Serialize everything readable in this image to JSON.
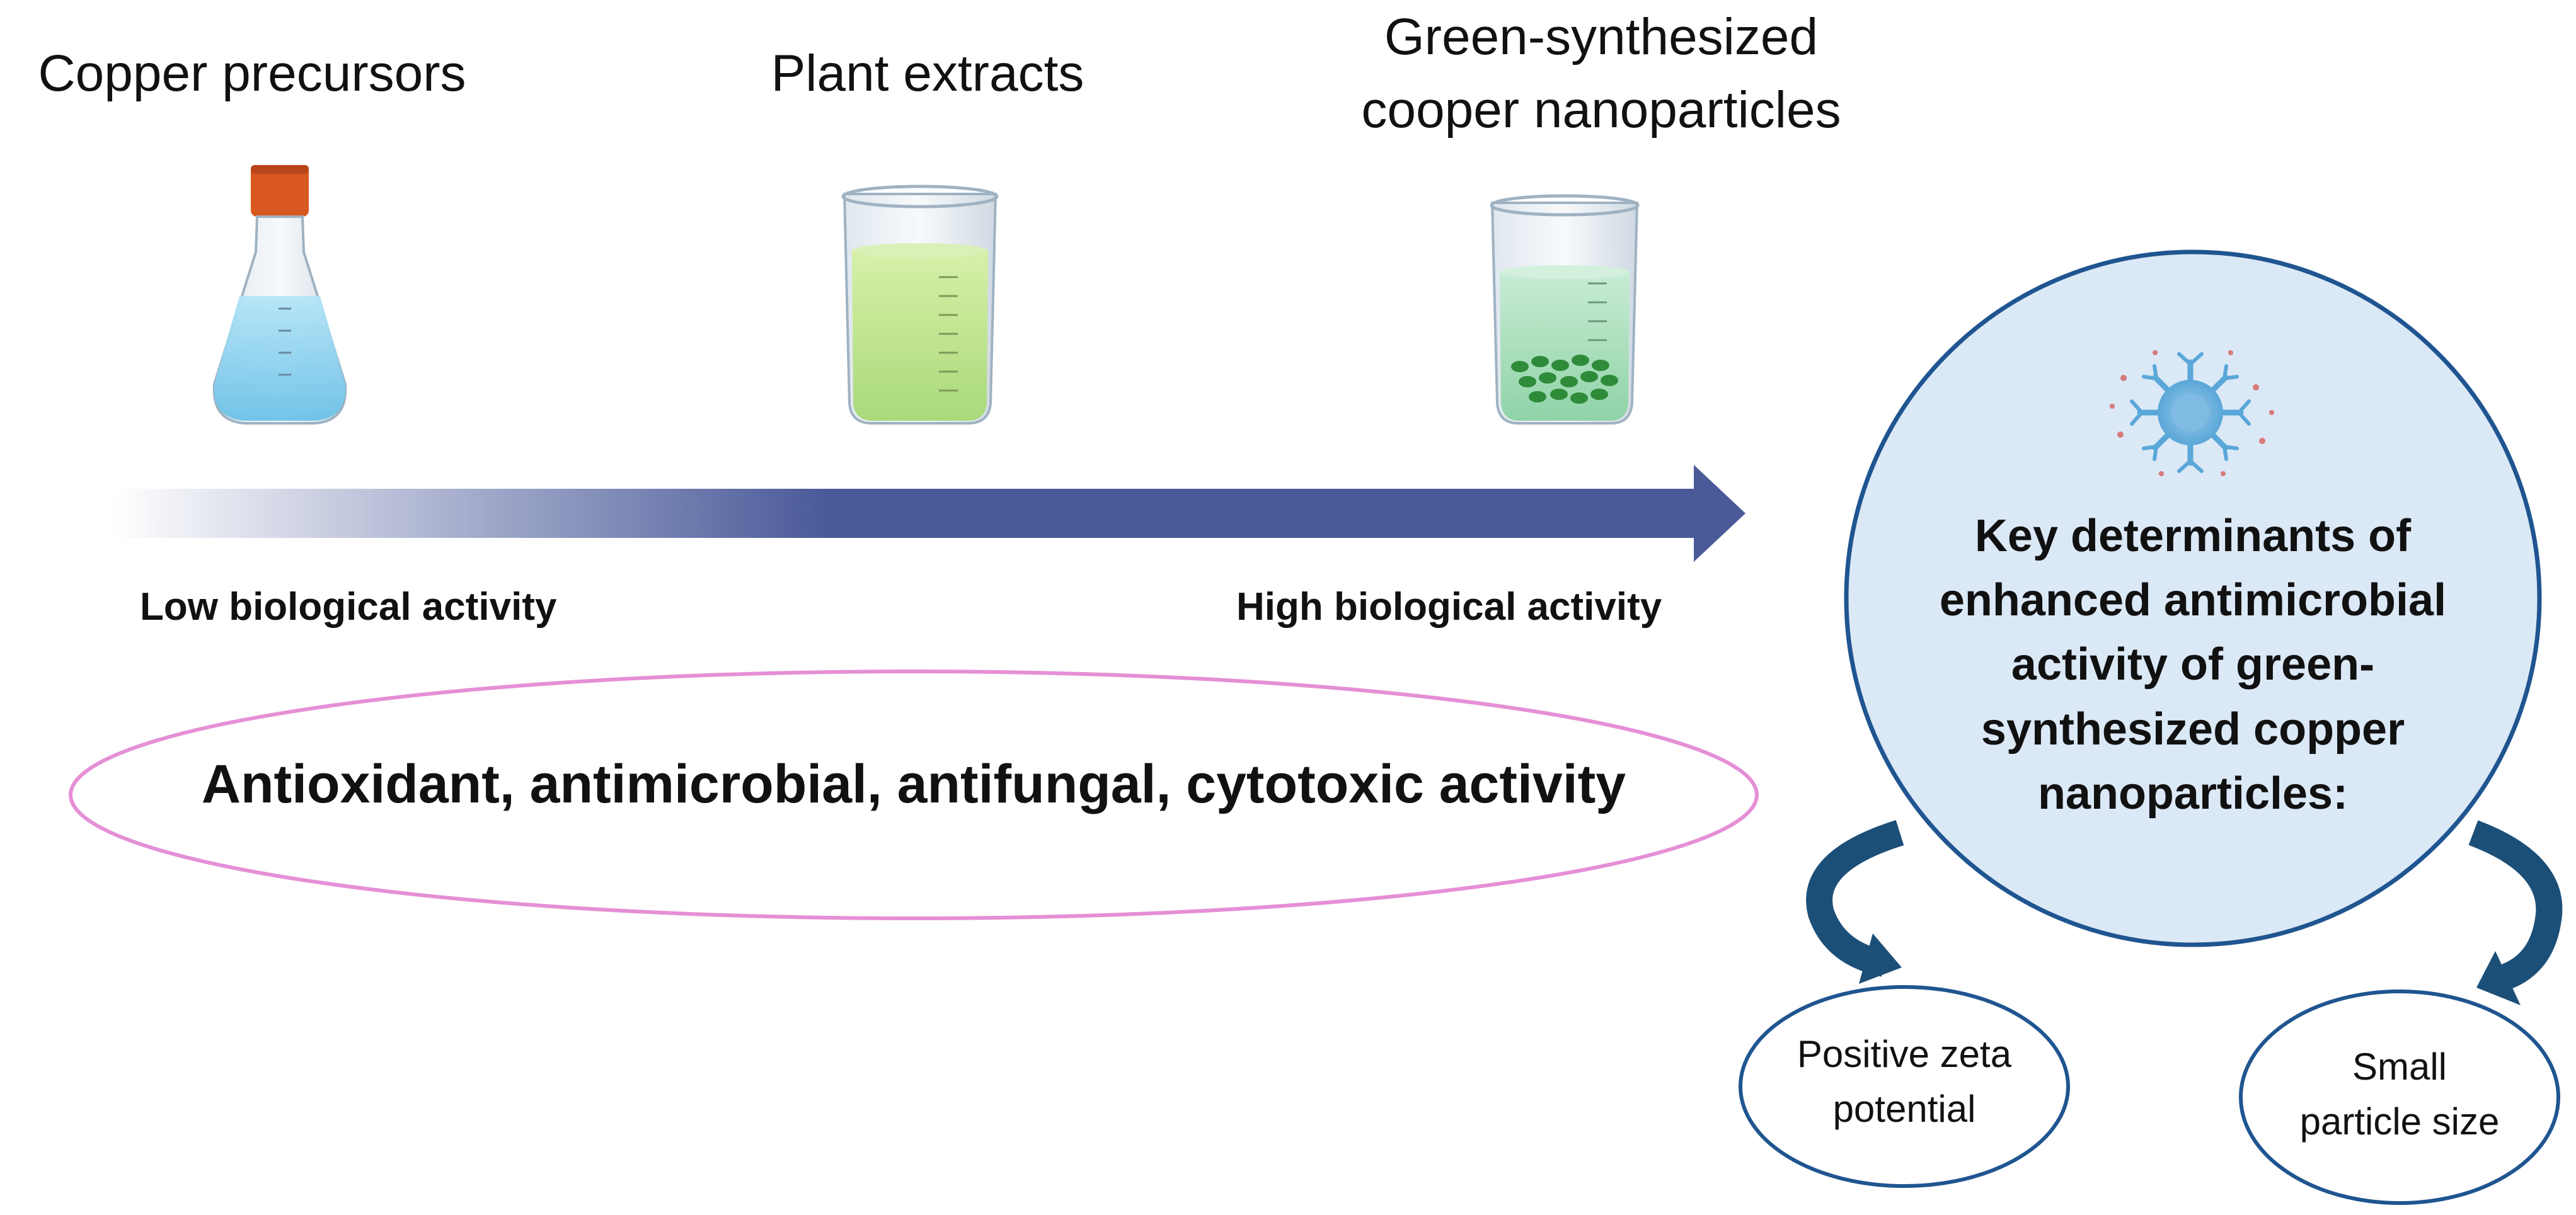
{
  "labels": {
    "copper_precursors": "Copper precursors",
    "plant_extracts": "Plant extracts",
    "green_np_line1": "Green-synthesized",
    "green_np_line2": "cooper nanoparticles",
    "low_activity": "Low biological activity",
    "high_activity": "High biological activity",
    "activities": "Antioxidant, antimicrobial, antifungal, cytotoxic activity",
    "key_determinants": "Key determinants of enhanced antimicrobial activity of green-synthesized copper nanoparticles:",
    "positive_zeta": "Positive zeta potential",
    "small_size": "Small particle size"
  },
  "colors": {
    "arrow": "#4a5a99",
    "ellipse_outline": "#e58fd6",
    "circle_fill": "#dbe8f6",
    "circle_outline": "#1f5590",
    "curved_arrow": "#1c4f78",
    "flask_liquid": "#8fd3ef",
    "flask_cap": "#d9581f",
    "beaker_liquid_plant": "#bfe58e",
    "beaker_liquid_np": "#9bdcb4",
    "nanoparticles": "#2e8b3a",
    "nanoparticle_icon": "#5aa7d9"
  },
  "icons": {
    "flask": "erlenmeyer-flask-icon",
    "beaker_plant": "beaker-plant-extract-icon",
    "beaker_np": "beaker-nanoparticles-icon",
    "nanoparticle": "nanoparticle-icon"
  }
}
